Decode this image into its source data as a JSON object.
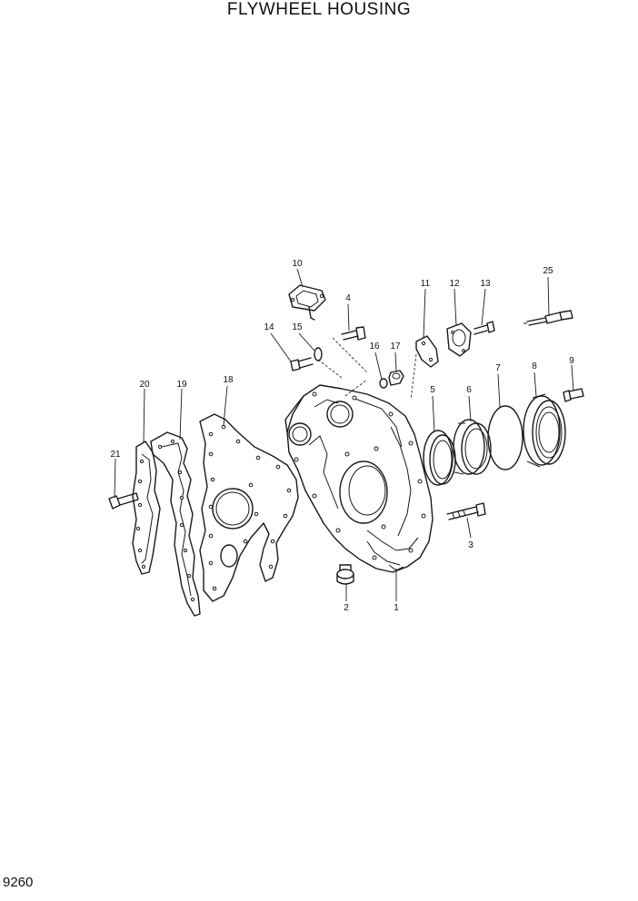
{
  "title": "FLYWHEEL HOUSING",
  "page_number": "9260",
  "callouts": [
    {
      "id": "c1",
      "label": "1"
    },
    {
      "id": "c2",
      "label": "2"
    },
    {
      "id": "c3",
      "label": "3"
    },
    {
      "id": "c4",
      "label": "4"
    },
    {
      "id": "c5",
      "label": "5"
    },
    {
      "id": "c6",
      "label": "6"
    },
    {
      "id": "c7",
      "label": "7"
    },
    {
      "id": "c8",
      "label": "8"
    },
    {
      "id": "c9",
      "label": "9"
    },
    {
      "id": "c10",
      "label": "10"
    },
    {
      "id": "c11",
      "label": "11"
    },
    {
      "id": "c12",
      "label": "12"
    },
    {
      "id": "c13",
      "label": "13"
    },
    {
      "id": "c14",
      "label": "14"
    },
    {
      "id": "c15",
      "label": "15"
    },
    {
      "id": "c16",
      "label": "16"
    },
    {
      "id": "c17",
      "label": "17"
    },
    {
      "id": "c18",
      "label": "18"
    },
    {
      "id": "c19",
      "label": "19"
    },
    {
      "id": "c20",
      "label": "20"
    },
    {
      "id": "c21",
      "label": "21"
    },
    {
      "id": "c25",
      "label": "25"
    }
  ]
}
